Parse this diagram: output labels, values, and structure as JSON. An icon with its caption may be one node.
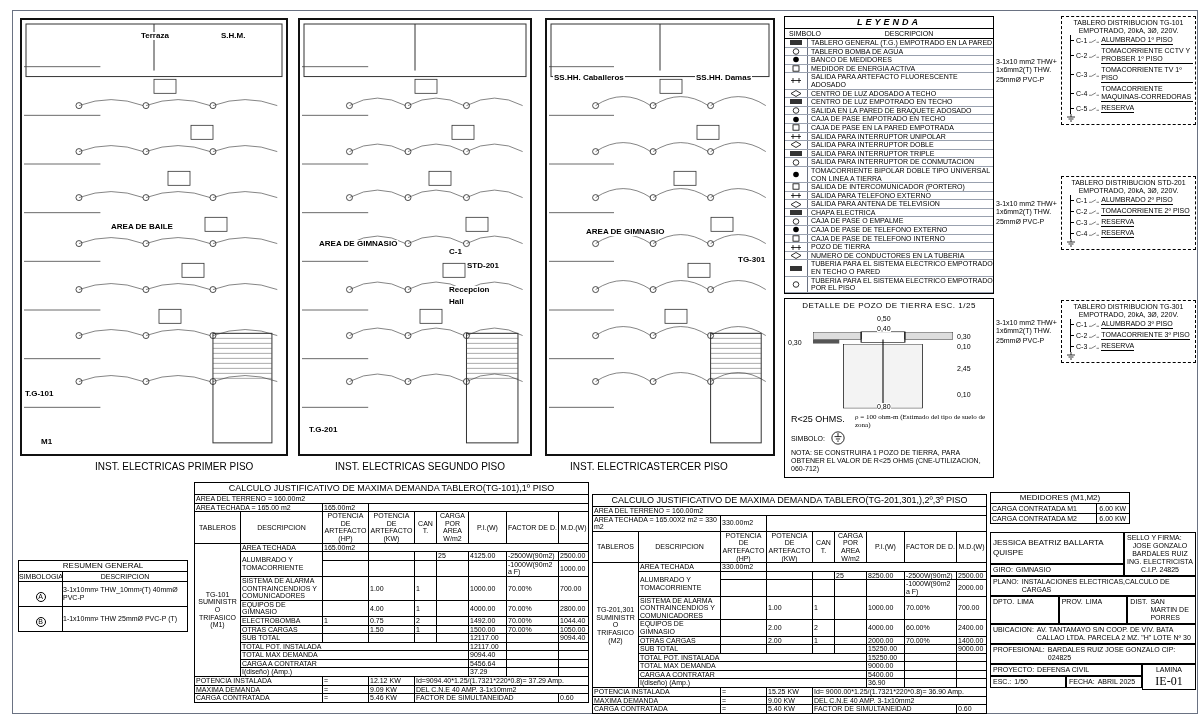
{
  "diagram": {
    "nodes": [
      {
        "text": [
          "TABLERO DISTRIBUCION TG-101",
          "EMPOTRADO, 20kA, 3Ø, 220V.",
          "C-1",
          "ALUMBRADO 1º PISO",
          "C-2",
          "TOMACORRIENTE CCTV Y PROBSER 1º PISO",
          "C-3",
          "TOMACORRIENTE TV 1º PISO",
          "C-4",
          "TOMACORRIENTE MAQUINAS-CORREDORAS",
          "C-5",
          "RESERVA"
        ],
        "beside": [
          "3-1x10 mm2 THW+ 1x6mm2(T) THW.",
          "25mmØ PVC-P"
        ]
      },
      {
        "text": [
          "TABLERO DISTRIBUCION STD-201",
          "EMPOTRADO, 20kA, 3Ø, 220V.",
          "C-1",
          "ALUMBRADO 2º PISO",
          "C-2",
          "TOMACORRIENTE 2º PISO",
          "C-3",
          "RESERVA",
          "C-4",
          "RESERVA"
        ],
        "beside": [
          "3-1x10 mm2 THW+ 1x6mm2(T) THW.",
          "25mmØ PVC-P"
        ]
      },
      {
        "text": [
          "TABLERO DISTRIBUCION TG-301",
          "EMPOTRADO, 20kA, 3Ø, 220V.",
          "C-1",
          "ALUMBRADO 3º PISO",
          "C-2",
          "TOMACORRIENTE 3º PISO",
          "C-3",
          "RESERVA"
        ],
        "beside": [
          "3-1x10 mm2 THW+ 1x6mm2(T) THW.",
          "25mmØ PVC-P"
        ]
      },
      {
        "text": [
          "DETALLE DE POZO DE TIERRA ESC. 1/25",
          "R<25 OHMS.",
          "ρ = 100 ohm-m (Estimado del tipo de suelo de zona)",
          "SIMBOLO:",
          "NOTA: SE CONSTRUIRA 1 POZO DE TIERRA, PARA OBTENER EL VALOR DE R<25 OHMS (CNE-UTILIZACION, 060-712)"
        ]
      }
    ],
    "labels": [
      "Terraza",
      "S.H.M.",
      "AREA DE BAILE",
      "T.G-101",
      "M1",
      "INST. ELECTRICAS PRIMER PISO",
      "AREA DE GIMNASIO",
      "C-1",
      "STD-201",
      "Recepcion",
      "Hall",
      "T.G-201",
      "INST. ELECTRICAS SEGUNDO PISO",
      "SS.HH. Caballeros",
      "SS.HH. Damas",
      "AREA DE GIMNASIO",
      "TG-301",
      "INST. ELECTRICASTERCER PISO",
      "LEYENDA",
      "SIMBOLO",
      "DESCRIPCION",
      "0,50",
      "0,40",
      "0,30",
      "0,30",
      "0,10",
      "2,45",
      "0,10",
      "0,80",
      "RESUMEN GENERAL",
      "SIMBOLOGIA",
      "DESCRIPCION",
      "A",
      "3-1x10mm² THW_10mm²(T) 40mmØ PVC-P",
      "B",
      "1-1x10mm² THW 25mmØ PVC-P (T)",
      "CALCULO JUSTIFICATIVO DE MAXIMA DEMANDA TABLERO(TG-101),1º PISO",
      "AREA DEL TERRENO = 160.00m2",
      "AREA TECHADA = 165.00 m2",
      "165.00m2",
      "TABLEROS",
      "DESCRIPCION",
      "POTENCIA DE ARTEFACTO(HP)",
      "POTENCIA DE ARTEFACTO (KW)",
      "CANT.",
      "CARGA POR AREA W/m2",
      "P.I.(W)",
      "FACTOR DE D.",
      "M.D.(W)",
      "TG-101 SUMINISTRO TRIFASICO (M1)",
      "AREA TECHADA",
      "165.00m2",
      "ALUMBRADO Y TOMACORRIENTE",
      "25",
      "4125.00",
      "-2500W(90m2)",
      "2500.00",
      "-1000W(90m2 a F)",
      "1000.00",
      "SISTEMA DE ALARMA CONTRAINCENDIOS Y COMUNICADORES",
      "1.00",
      "1",
      "1000.00",
      "70.00%",
      "700.00",
      "EQUIPOS DE GIMNASIO",
      "4.00",
      "1",
      "4000.00",
      "70.00%",
      "2800.00",
      "ELECTROBOMBA",
      "1",
      "0.75",
      "2",
      "1492.00",
      "70.00%",
      "1044.40",
      "OTRAS CARGAS",
      "1.50",
      "1",
      "1500.00",
      "70.00%",
      "1050.00",
      "SUB TOTAL",
      "12117.00",
      "9094.40",
      "TOTAL POT. INSTALADA",
      "12117.00",
      "TOTAL MAX DEMANDA",
      "9094.40",
      "CARGA A CONTRATAR",
      "5456.64",
      "I(diseño) (Amp.)",
      "37.29",
      "POTENCIA INSTALADA",
      "=",
      "12.12 KW",
      "Id=9094.40*1.25/(1.7321*220*0.8)= 37.29 Amp.",
      "MAXIMA DEMANDA",
      "=",
      "9.09 KW",
      "DEL C.N.E 40 AMP. 3-1x10mm2",
      "CARGA CONTRATADA",
      "=",
      "5.46 KW",
      "FACTOR DE SIMULTANEIDAD",
      "0.60",
      "CALCULO JUSTIFICATIVO DE MAXIMA DEMANDA TABLERO(TG-201,301,),2º,3º PISO",
      "AREA DEL TERRENO = 160.00m2",
      "AREA TECHADA = 165.00X2 m2 = 330 m2",
      "330.00m2",
      "TABLEROS",
      "DESCRIPCION",
      "POTENCIA DE ARTEFACTO(HP)",
      "POTENCIA DE ARTEFACTO (KW)",
      "CANT.",
      "CARGA POR AREA W/m2",
      "P.I.(W)",
      "FACTOR DE D.",
      "M.D.(W)",
      "TG-201,301 SUMINISTRO TRIFASICO (M2)",
      "AREA TECHADA",
      "330.00m2",
      "ALUMBRADO Y TOMACORRIENTE",
      "25",
      "8250.00",
      "-2500W(90m2)",
      "2500.00",
      "-1000W(90m2 a F)",
      "2000.00",
      "SISTEMA DE ALARMA CONTRAINCENDIOS Y COMUNICADORES",
      "1.00",
      "1",
      "1000.00",
      "70.00%",
      "700.00",
      "EQUIPOS DE GIMNASIO",
      "2.00",
      "2",
      "4000.00",
      "60.00%",
      "2400.00",
      "OTRAS CARGAS",
      "2.00",
      "1",
      "2000.00",
      "70.00%",
      "1400.00",
      "SUB TOTAL",
      "15250.00",
      "9000.00",
      "TOTAL POT. INSTALADA",
      "15250.00",
      "TOTAL MAX DEMANDA",
      "9000.00",
      "CARGA A CONTRATAR",
      "5400.00",
      "I(diseño) (Amp.)",
      "36.90",
      "POTENCIA INSTALADA",
      "=",
      "15.25 KW",
      "Id= 9000.00*1.25/(1.7321*220*0.8)= 36.90 Amp.",
      "MAXIMA DEMANDA",
      "=",
      "9.00 KW",
      "DEL C.N.E 40 AMP. 3-1x10mm2",
      "CARGA CONTRATADA",
      "=",
      "5.40 KW",
      "FACTOR DE SIMULTANEIDAD",
      "0.60",
      "MEDIDORES (M1,M2)",
      "CARGA CONTRATADA M1",
      "6.00 KW",
      "CARGA CONTRATADA M2",
      "6.00 KW",
      "JESSICA BEATRIZ BALLARTA QUISPE",
      "GIRO:",
      "GIMNASIO",
      "PLANO:",
      "INSTALACIONES ELECTRICAS,CALCULO DE CARGAS",
      "SELLO Y FIRMA:",
      "JOSE GONZALO BARDALES RUIZ",
      "ING. ELECTRICISTA",
      "C.I.P. 24825",
      "DPTO.",
      "LIMA",
      "PROV.",
      "LIMA",
      "DIST.",
      "SAN MARTIN DE PORRES",
      "UBICACION:",
      "AV. TANTAMAYO S/N COOP. DE VIV. BATA CALLAO LTDA. PARCELA 2 MZ. \"H\" LOTE Nº 30",
      "PROFESIONAL:",
      "BARDALES RUIZ JOSE GONZALO CIP: 024825",
      "PROYECTO:",
      "DEFENSA CIVIL",
      "LAMINA",
      "ESC.:",
      "1/50",
      "FECHA:",
      "ABRIL 2025",
      "IE-01"
    ],
    "legend": [
      {
        "text": "TABLERO GENERAL (T.G.) EMPOTRADO EN LA PARED"
      },
      {
        "text": "TABLERO BOMBA DE AGUA"
      },
      {
        "text": "BANCO DE MEDIDORES"
      },
      {
        "text": "MEDIDOR DE ENERGIA ACTIVA"
      },
      {
        "text": "SALIDA PARA ARTEFACTO FLUORESCENTE ADOSADO"
      },
      {
        "text": "CENTRO DE LUZ ADOSADO A TECHO"
      },
      {
        "text": "CENTRO DE LUZ EMPOTRADO EN TECHO"
      },
      {
        "text": "SALIDA EN LA PARED DE BRAQUETE ADOSADO"
      },
      {
        "text": "CAJA DE PASE EMPOTRADO EN TECHO"
      },
      {
        "text": "CAJA DE PASE EN LA PARED EMPOTRADA"
      },
      {
        "text": "SALIDA PARA INTERRUPTOR UNIPOLAR"
      },
      {
        "text": "SALIDA PARA INTERRUPTOR DOBLE"
      },
      {
        "text": "SALIDA PARA INTERRUPTOR TRIPLE"
      },
      {
        "text": "SALIDA PARA INTERRUPTOR DE CONMUTACION"
      },
      {
        "text": "TOMACORRIENTE BIPOLAR DOBLE TIPO UNIVERSAL CON LINEA A TIERRA"
      },
      {
        "text": "SALIDA DE INTERCOMUNICADOR (PORTERO)"
      },
      {
        "text": "SALIDA PARA TELEFONO EXTERNO"
      },
      {
        "text": "SALIDA PARA ANTENA DE TELEVISION"
      },
      {
        "text": "CHAPA ELECTRICA"
      },
      {
        "text": "CAJA DE PASE O EMPALME"
      },
      {
        "text": "CAJA DE PASE DE TELEFONO EXTERNO"
      },
      {
        "text": "CAJA DE PASE DE TELEFONO INTERNO"
      },
      {
        "text": "POZO DE TIERRA"
      },
      {
        "text": "NUMERO DE CONDUCTORES EN LA TUBERIA"
      },
      {
        "text": "TUBERIA PARA EL SISTEMA ELECTRICO EMPOTRADO EN TECHO O PARED"
      },
      {
        "text": "TUBERIA PARA EL SISTEMA ELECTRICO EMPOTRADO POR EL PISO"
      }
    ]
  }
}
